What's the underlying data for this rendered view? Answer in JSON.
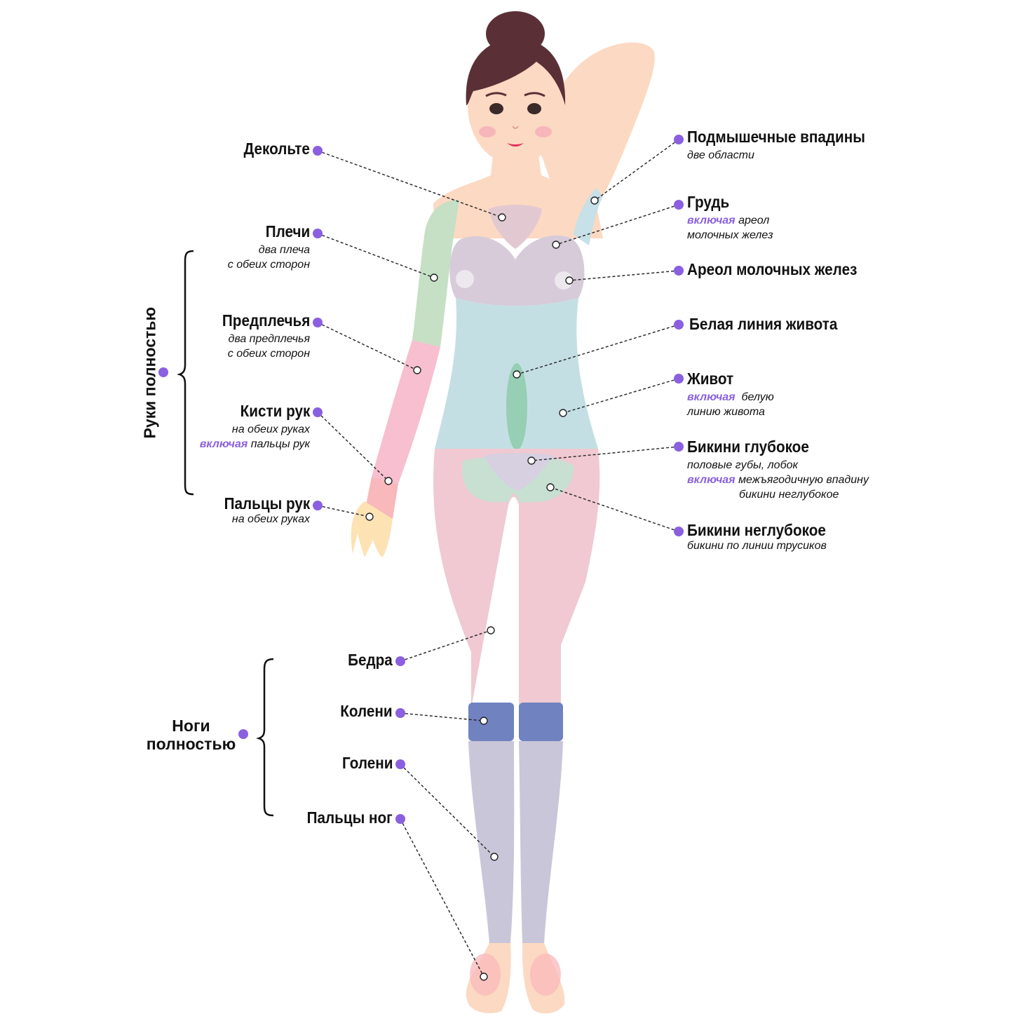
{
  "accent_color": "#8a60e0",
  "labels": {
    "dekolte": {
      "title": "Декольте"
    },
    "plechi": {
      "title": "Плечи",
      "sub1": "два плеча",
      "sub2": "с обеих сторон"
    },
    "predplechya": {
      "title": "Предплечья",
      "sub1": "два предплечья",
      "sub2": "с обеих сторон"
    },
    "kisti": {
      "title": "Кисти рук",
      "sub1": "на обеих руках",
      "sub2_acc": "включая",
      "sub2": "пальцы рук"
    },
    "paltsy_ruk": {
      "title": "Пальцы рук",
      "sub1": "на обеих руках"
    },
    "podmyshki": {
      "title": "Подмышечные впадины",
      "sub1": "две области"
    },
    "grud": {
      "title": "Грудь",
      "sub1_acc": "включая",
      "sub1": "ареол",
      "sub2": "молочных желез"
    },
    "areol": {
      "title": "Ареол молочных желез"
    },
    "belaya": {
      "title": "Белая линия живота"
    },
    "zhivot": {
      "title": "Живот",
      "sub1_acc": "включая",
      "sub1": "белую",
      "sub2": "линию живота"
    },
    "bikini_gl": {
      "title": "Бикини глубокое",
      "sub1": "половые губы, лобок",
      "sub2_acc": "включая",
      "sub2": "межъягодичную впадину",
      "sub3": "бикини неглубокое"
    },
    "bikini_negl": {
      "title": "Бикини неглубокое",
      "sub1": "бикини по линии трусиков"
    },
    "bedra": {
      "title": "Бедра"
    },
    "koleni": {
      "title": "Колени"
    },
    "goleni": {
      "title": "Голени"
    },
    "paltsy_nog": {
      "title": "Пальцы ног"
    }
  },
  "groups": {
    "ruki": "Руки полностью",
    "nogi_1": "Ноги",
    "nogi_2": "полностью"
  }
}
